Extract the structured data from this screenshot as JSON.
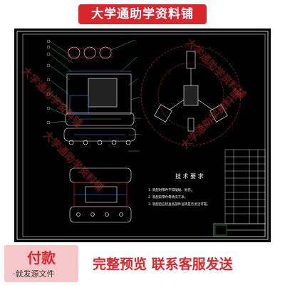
{
  "banner": {
    "title": "大学通助学资料铺"
  },
  "watermark": {
    "text": "大学通助学资料铺"
  },
  "drawing": {
    "tech_title": "技 术 要 求",
    "tech_lines": [
      "1. 装配时零件不得磕碰、划伤。",
      "2. 装配前零件需清洗干净。",
      "3. 装配后应检查各部件运转是否灵活可靠。"
    ]
  },
  "footer": {
    "pay_label": "付款",
    "pay_sub": "·就发源文件",
    "preview_text": "完整预览  联系客服发送"
  },
  "colors": {
    "accent": "#d9262c",
    "drawing_bg": "#000000",
    "pay_bg": "#f6c7c8"
  }
}
